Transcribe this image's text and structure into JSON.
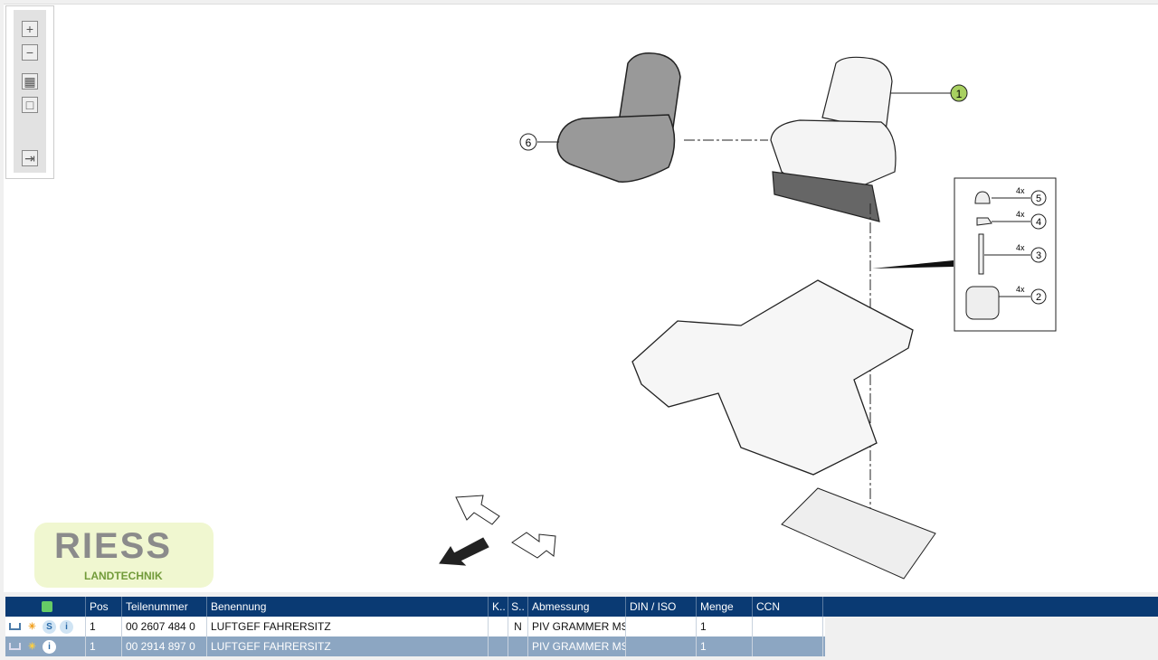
{
  "toolbar": {
    "items": [
      {
        "name": "zoom-in",
        "glyph": "+"
      },
      {
        "name": "zoom-out",
        "glyph": "−"
      },
      {
        "name": "fit-all",
        "glyph": "▦"
      },
      {
        "name": "fit-window",
        "glyph": "□"
      },
      {
        "name": "export",
        "glyph": "⇥"
      }
    ]
  },
  "drawing": {
    "callouts": [
      {
        "num": "1",
        "highlighted": true
      },
      {
        "num": "6"
      },
      {
        "num": "5",
        "qty": "4x"
      },
      {
        "num": "4",
        "qty": "4x"
      },
      {
        "num": "3",
        "qty": "4x"
      },
      {
        "num": "2",
        "qty": "4x"
      }
    ]
  },
  "logo": {
    "text": "RIESS",
    "subtext": "LANDTECHNIK"
  },
  "table": {
    "columns": [
      "",
      "Pos",
      "Teilenummer",
      "Benennung",
      "K..",
      "S..",
      "Abmessung",
      "DIN / ISO",
      "Menge",
      "CCN"
    ],
    "rows": [
      {
        "icons": [
          "cart-icon",
          "star-icon",
          "s-icon",
          "info-icon"
        ],
        "pos": "1",
        "teilenummer": "00 2607 484 0",
        "benennung": "LUFTGEF FAHRERSITZ",
        "k": "",
        "s": "N",
        "abmessung": "PIV GRAMMER MS",
        "din": "",
        "menge": "1",
        "ccn": "",
        "selected": false
      },
      {
        "icons": [
          "cart-icon",
          "star-icon",
          "info-icon"
        ],
        "pos": "1",
        "teilenummer": "00 2914 897 0",
        "benennung": "LUFTGEF FAHRERSITZ",
        "k": "",
        "s": "",
        "abmessung": "PIV GRAMMER MS",
        "din": "",
        "menge": "1",
        "ccn": "",
        "selected": true
      }
    ]
  },
  "colors": {
    "header": "#0a3a73",
    "selected_row": "#8ca6c2",
    "callout_highlight": "#a8d060"
  }
}
